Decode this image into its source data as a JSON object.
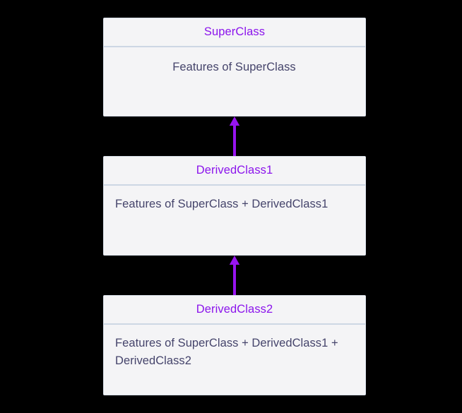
{
  "diagram": {
    "type": "uml-inheritance-class-diagram",
    "background_color": "#000000",
    "accent_color": "#8b14ec",
    "arrow_color": "#9814f0",
    "box_fill_color": "#f4f4f6",
    "box_border_color": "#d9e0ea",
    "divider_color": "#cdd7e4",
    "body_text_color": "#45446b",
    "classes": [
      {
        "id": "superclass",
        "name": "SuperClass",
        "features": "Features of SuperClass",
        "align": "center"
      },
      {
        "id": "derivedclass1",
        "name": "DerivedClass1",
        "features": "Features of SuperClass + DerivedClass1",
        "align": "left"
      },
      {
        "id": "derivedclass2",
        "name": "DerivedClass2",
        "features": "Features of SuperClass + DerivedClass1 + DerivedClass2",
        "align": "left"
      }
    ],
    "relations": [
      {
        "id": "derived1-to-super",
        "kind": "generalization",
        "from": "DerivedClass1",
        "to": "SuperClass",
        "direction": "up"
      },
      {
        "id": "derived2-to-derived1",
        "kind": "generalization",
        "from": "DerivedClass2",
        "to": "DerivedClass1",
        "direction": "up"
      }
    ]
  }
}
